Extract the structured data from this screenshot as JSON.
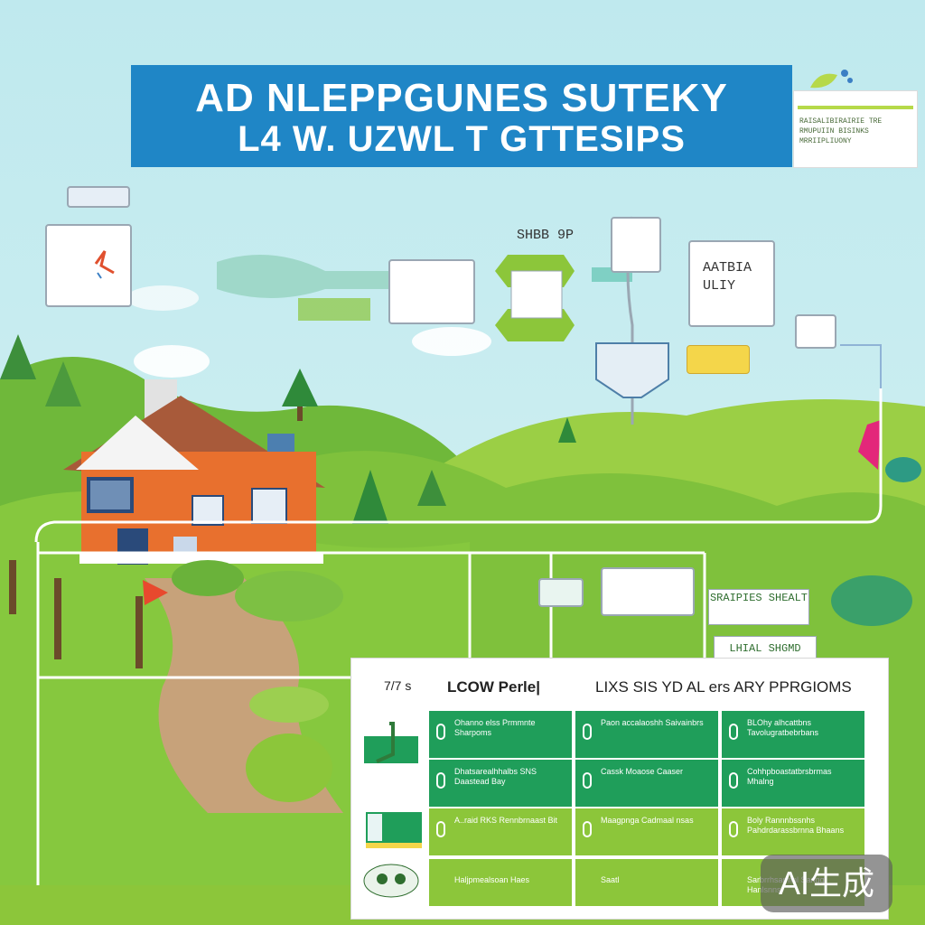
{
  "banner": {
    "line1": "AD NLEPPGUNES SUTEKY",
    "line2": "L4 W. UZWL T GTTESIPS"
  },
  "side_note": {
    "line1": "RAISALIBIRAIRIE TRE",
    "line2": "RMUPUIIN BISINKS",
    "line3": "MRRIIPLIUONY"
  },
  "nodes": {
    "flow_label": "SHBB 9P",
    "right_card_line1": "AATBIA",
    "right_card_line2": "ULIY"
  },
  "signs": {
    "mid_sign": "SRAIPIES SHEALT",
    "low_sign": "LHIAL SHGMD"
  },
  "table": {
    "header_num": "7/7 s",
    "header_a": "LCOW Perle|",
    "header_b": "LIXS SIS YD AL ers ARY PPRGIOMS",
    "rows": [
      [
        "Ohanno elss Prmmnte Sharpoms",
        "Paon accalaoshh Saivainbrs",
        "BLOhy alhcattbns Tavolugratbebrbans"
      ],
      [
        "Dhatsarealhhalbs SNS Daastead Bay",
        "Cassk Moaose Caaser",
        "Cohhpboastatbrsbrmas Mhalng"
      ],
      [
        "A..raid RKS Rennbrnaast Bit",
        "Maagpnga Cadmaal nsas",
        "Boly Rannnbssnhs Pahdrdarassbrnna Bhaans"
      ],
      [
        "Haljpmealsoan Haes",
        "Saatl",
        "Sarbrrhsarmnl Sangg Hanlsnns"
      ]
    ]
  },
  "badge": "AI生成",
  "colors": {
    "banner": "#1f86c6",
    "sky": "#bfe8ee",
    "grass": "#8cc63a",
    "table_green": "#1f9e5a"
  },
  "icons": [
    "leaf-icon",
    "lightbulb-icon",
    "phone-icon"
  ]
}
